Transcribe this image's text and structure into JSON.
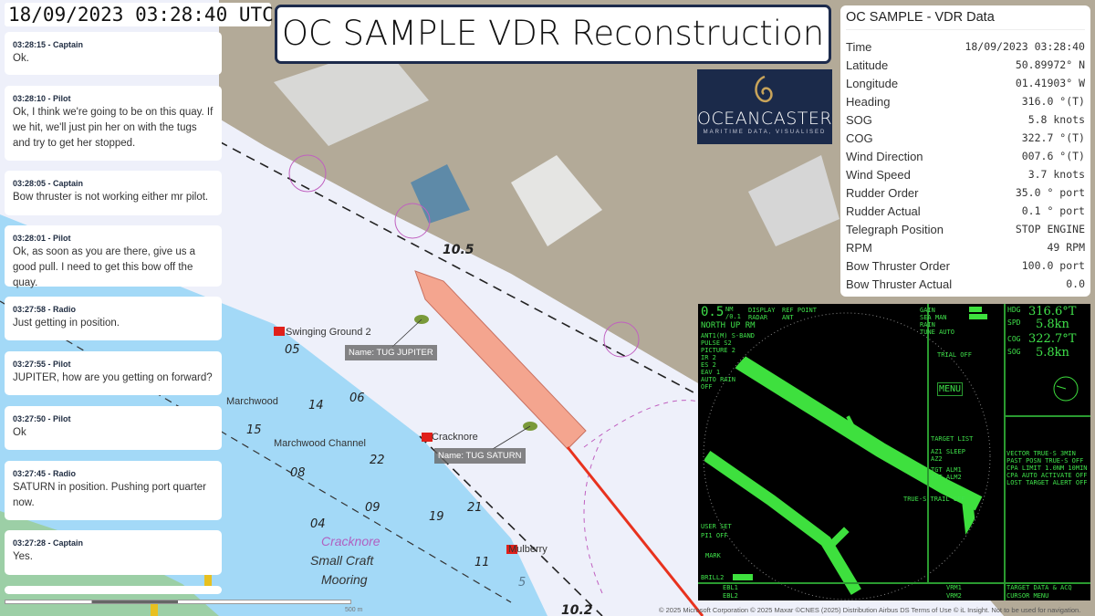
{
  "header": {
    "timestamp": "18/09/2023 03:28:40 UTC",
    "title": "OC SAMPLE VDR Reconstruction"
  },
  "logo": {
    "name": "OCEANCASTER",
    "tagline": "MARITIME DATA, VISUALISED",
    "color": "#1b2a4a"
  },
  "vdr": {
    "title": "OC SAMPLE - VDR Data",
    "rows": [
      {
        "k": "Time",
        "v": "18/09/2023 03:28:40"
      },
      {
        "k": "Latitude",
        "v": "50.89972° N"
      },
      {
        "k": "Longitude",
        "v": "01.41903° W"
      },
      {
        "k": "Heading",
        "v": "316.0 °(T)"
      },
      {
        "k": "SOG",
        "v": "5.8 knots"
      },
      {
        "k": "COG",
        "v": "322.7 °(T)"
      },
      {
        "k": "Wind Direction",
        "v": "007.6 °(T)"
      },
      {
        "k": "Wind Speed",
        "v": "3.7 knots"
      },
      {
        "k": "Rudder Order",
        "v": "35.0 ° port"
      },
      {
        "k": "Rudder Actual",
        "v": "0.1 ° port"
      },
      {
        "k": "Telegraph Position",
        "v": "STOP ENGINE"
      },
      {
        "k": "RPM",
        "v": "49 RPM"
      },
      {
        "k": "Bow Thruster Order",
        "v": "100.0 port"
      },
      {
        "k": "Bow Thruster Actual",
        "v": "0.0"
      }
    ]
  },
  "chat": [
    {
      "h": "03:28:15 - Captain",
      "t": "Ok."
    },
    {
      "h": "03:28:10 - Pilot",
      "t": "Ok, I think we're going to be on this quay. If we hit, we'll just pin her on with the tugs and try to get her stopped."
    },
    {
      "h": "03:28:05 - Captain",
      "t": "Bow thruster is not working either mr pilot."
    },
    {
      "h": "03:28:01 - Pilot",
      "t": "Ok, as soon as you are there, give us a good pull. I need to get this bow off the quay."
    },
    {
      "h": "03:27:58 - Radio",
      "t": "Just getting in position."
    },
    {
      "h": "03:27:55 - Pilot",
      "t": "JUPITER, how are you getting on forward?"
    },
    {
      "h": "03:27:50 - Pilot",
      "t": "Ok"
    },
    {
      "h": "03:27:45 - Radio",
      "t": "SATURN in position. Pushing port quarter now."
    },
    {
      "h": "03:27:28 - Captain",
      "t": "Yes."
    }
  ],
  "map": {
    "tugs": [
      {
        "label": "Name: TUG JUPITER"
      },
      {
        "label": "Name: TUG SATURN"
      }
    ],
    "places": {
      "swinging": "Swinging Ground 2",
      "marchwood": "Marchwood",
      "channel": "Marchwood Channel",
      "cracknore_buoy": "Cracknore",
      "mulberry": "Mulberry",
      "cracknore": "Cracknore",
      "mooring1": "Small Craft",
      "mooring2": "Mooring"
    },
    "depths": {
      "d105": "10.5",
      "d102": "10.2",
      "d05": "05",
      "d06": "06",
      "d14": "14",
      "d15": "15",
      "d22": "22",
      "d08": "08",
      "d09": "09",
      "d19": "19",
      "d04": "04",
      "d11": "11",
      "d21": "21",
      "d5": "5"
    },
    "scale_label": "500 m",
    "attribution": "© 2025 Microsoft Corporation © 2025 Maxar ©CNES (2025) Distribution Airbus DS Terms of Use © iL Insight. Not to be used for navigation.",
    "ship_color": "#f4a58f",
    "track_color": "#e8321e"
  },
  "radar": {
    "range": "0.5",
    "range_unit": "NM",
    "ring": "/0.1",
    "mode": "NORTH UP RM",
    "display": "DISPLAY",
    "display_val": "RADAR",
    "ref": "REF POINT",
    "ref_val": "ANT",
    "ant": "ANT1(M) S-BAND",
    "pulse": "PULSE S2",
    "picture": "PICTURE 2",
    "ir": "IR  2",
    "es": "ES  2",
    "eav": "EAV 1",
    "autorain": "AUTO RAIN",
    "autorain_val": "OFF",
    "gain": "GAIN",
    "sea": "SEA MAN",
    "rain": "RAIN",
    "tune": "TUNE AUTO",
    "hdg_label": "HDG",
    "hdg": "316.6°T",
    "spd_label": "SPD",
    "spd": "5.8kn",
    "cog_label": "COG",
    "cog": "322.7°T",
    "sog_label": "SOG",
    "sog": "5.8kn",
    "trial": "TRIAL OFF",
    "menu": "MENU",
    "trail": "TRUE-S TRAIL OFF",
    "brill": "BRILL2",
    "vector": "VECTOR TRUE-S 3MIN",
    "past": "PAST POSN TRUE-S OFF",
    "cpa": "CPA LIMIT 1.0NM 10MIN",
    "cpa_auto": "CPA AUTO ACTIVATE OFF",
    "lost": "LOST TARGET ALERT OFF",
    "target_list": "TARGET LIST",
    "az1": "AZ1 SLEEP",
    "az2": "AZ2",
    "tgt1": "TGT ALM1",
    "tgt2": "TGT ALM2",
    "vrm1": "VRM1",
    "vrm2": "VRM2",
    "ebl1": "EBL1",
    "ebl2": "EBL2",
    "mark": "MARK",
    "user": "USER SET",
    "pi": "PI1 OFF",
    "target_data": "TARGET DATA & ACQ",
    "cursor": "CURSOR MENU",
    "echo_color": "#3ee03e"
  }
}
